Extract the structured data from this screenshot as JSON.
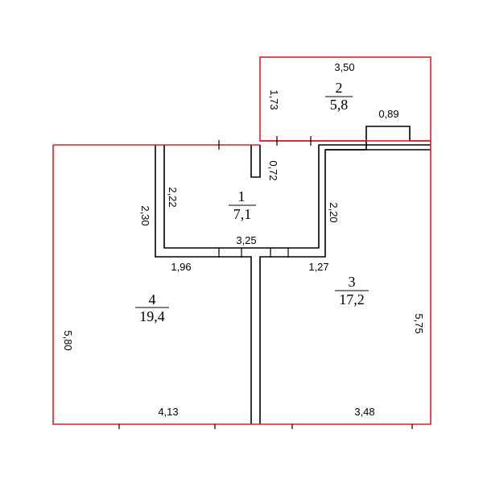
{
  "colors": {
    "boundary": "#e31e24",
    "wall": "#000000",
    "background": "#ffffff"
  },
  "rooms": [
    {
      "number": "1",
      "area": "7,1"
    },
    {
      "number": "2",
      "area": "5,8"
    },
    {
      "number": "3",
      "area": "17,2"
    },
    {
      "number": "4",
      "area": "19,4"
    }
  ],
  "dimensions": {
    "room2_width": "3,50",
    "room2_height": "1,73",
    "niche_width": "0,89",
    "partition_length": "0,72",
    "room1_left_height": "2,22",
    "room4_upper_height": "2,30",
    "room1_right_height": "2,20",
    "room1_width": "3,25",
    "room4_upper_width": "1,96",
    "room3_upper_width": "1,27",
    "room4_height": "5,80",
    "room3_height": "5,75",
    "room4_width": "4,13",
    "room3_width": "3,48"
  }
}
